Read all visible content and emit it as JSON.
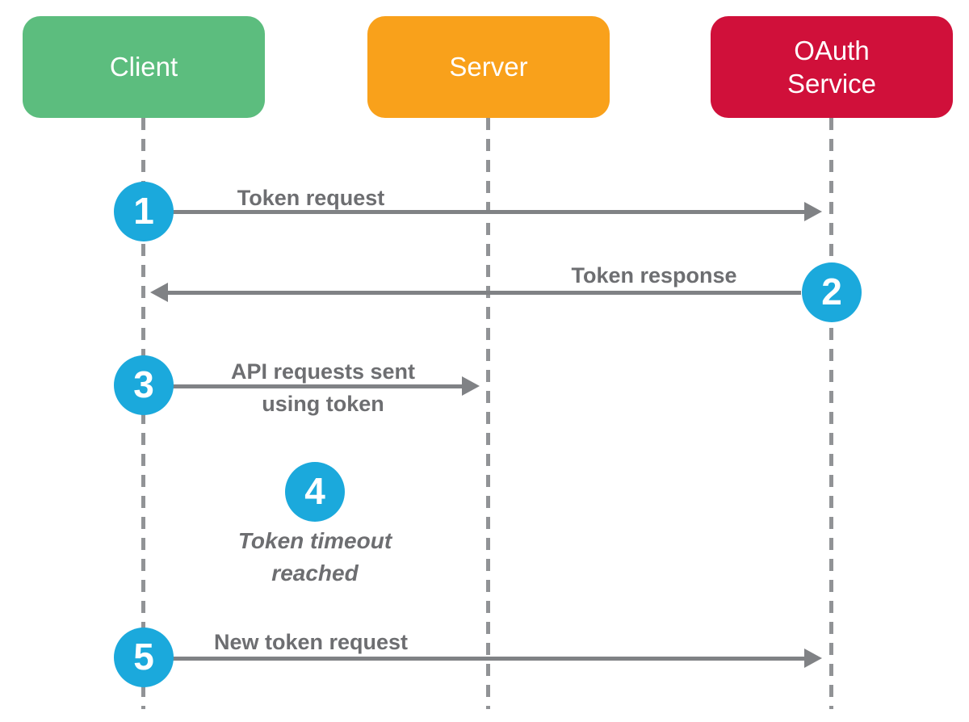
{
  "diagram": {
    "type": "sequence",
    "actors": [
      {
        "id": "client",
        "label": "Client",
        "color": "#5CBD7E"
      },
      {
        "id": "server",
        "label": "Server",
        "color": "#F9A11B"
      },
      {
        "id": "oauth-service",
        "label": "OAuth Service",
        "color": "#D0103A"
      }
    ],
    "steps": [
      {
        "number": "1",
        "label": "Token request",
        "from": "client",
        "to": "oauth-service",
        "direction": "right"
      },
      {
        "number": "2",
        "label": "Token response",
        "from": "oauth-service",
        "to": "client",
        "direction": "left"
      },
      {
        "number": "3",
        "label": "API requests sent using token",
        "from": "client",
        "to": "server",
        "direction": "right"
      },
      {
        "number": "4",
        "label": "Token timeout reached",
        "type": "note"
      },
      {
        "number": "5",
        "label": "New token request",
        "from": "client",
        "to": "oauth-service",
        "direction": "right"
      }
    ],
    "colors": {
      "step_badge": "#1BA9DC",
      "badge_number": "#FFFFFF",
      "arrow": "#808285",
      "lifeline": "#919396",
      "label_text": "#6D6E71",
      "actor_text": "#FFFFFF",
      "background": "#FFFFFF"
    }
  }
}
